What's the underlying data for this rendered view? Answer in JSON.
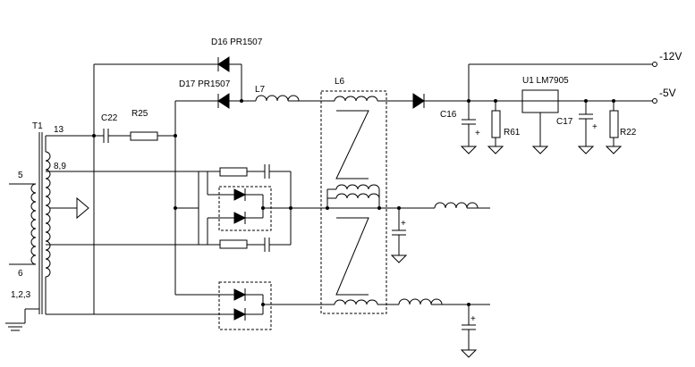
{
  "labels": {
    "d16": "D16 PR1507",
    "d17": "D17  PR1507",
    "l7": "L7",
    "l6": "L6",
    "u1": "U1  LM7905",
    "out_neg12": "-12V",
    "out_neg5": "-5V",
    "c16": "C16",
    "r61": "R61",
    "c17": "C17",
    "r22": "R22",
    "t1": "T1",
    "pin13": "13",
    "c22": "C22",
    "r25": "R25",
    "pin89": "8,9",
    "pin5": "5",
    "pin6": "6",
    "pin123": "1,2,3",
    "plus": "+"
  }
}
